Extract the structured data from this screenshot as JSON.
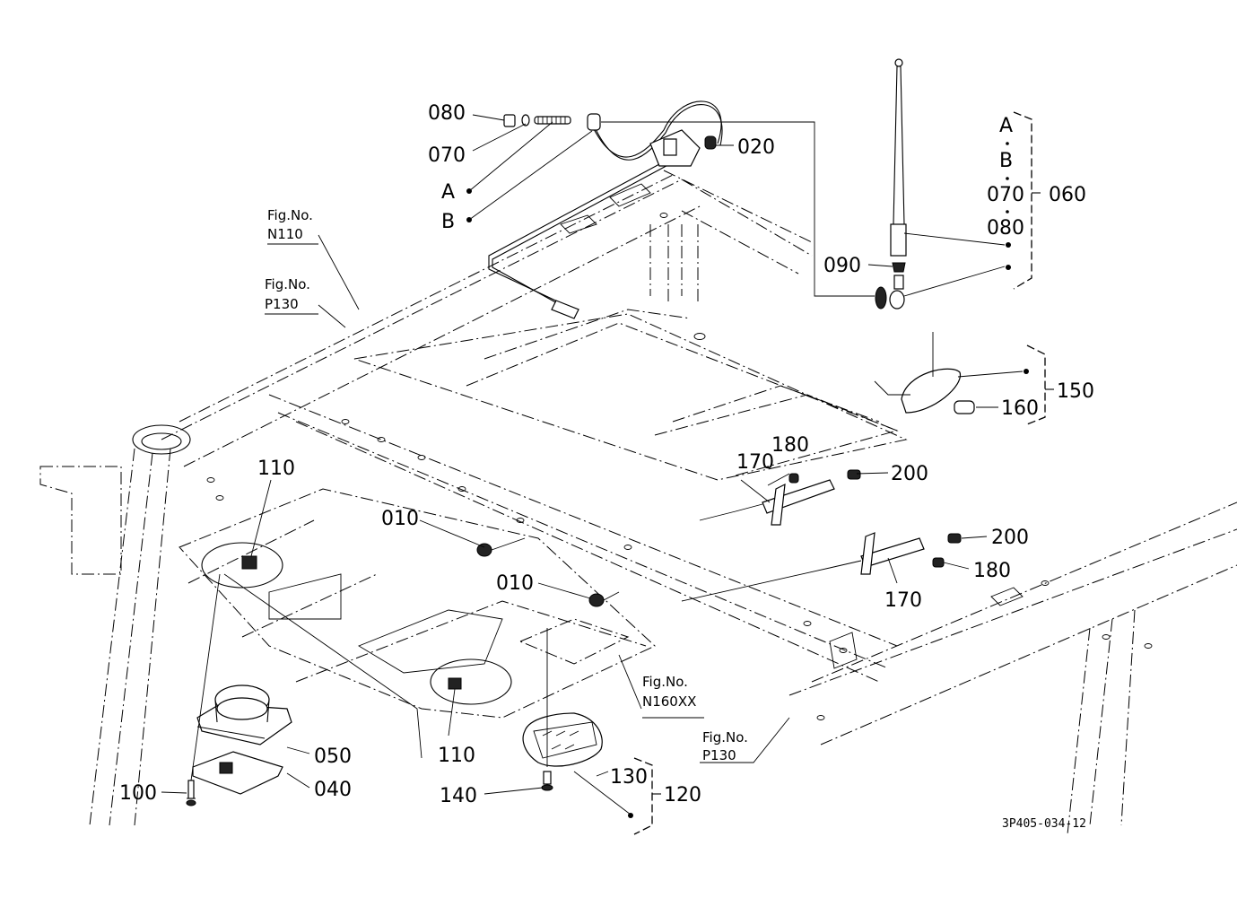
{
  "diagram": {
    "title": "Parts diagram - cab roof: antenna, speakers, lamps",
    "drawing_number": "3P405-034-12",
    "fig_refs": [
      {
        "id": "n110",
        "line1": "Fig.No.",
        "line2": "N110"
      },
      {
        "id": "p130a",
        "line1": "Fig.No.",
        "line2": "P130"
      },
      {
        "id": "n160xx",
        "line1": "Fig.No.",
        "line2": "N160XX"
      },
      {
        "id": "p130b",
        "line1": "Fig.No.",
        "line2": "P130"
      }
    ],
    "callouts": {
      "c080": "080",
      "c070": "070",
      "cA": "A",
      "cB": "B",
      "c020": "020",
      "c060": "060",
      "setA": "A",
      "setB": "B",
      "set070": "070",
      "set080": "080",
      "c090": "090",
      "c150": "150",
      "c160": "160",
      "c180a": "180",
      "c170a": "170",
      "c200a": "200",
      "c200b": "200",
      "c180b": "180",
      "c170b": "170",
      "c110a": "110",
      "c010a": "010",
      "c010b": "010",
      "c110b": "110",
      "c050": "050",
      "c040": "040",
      "c100": "100",
      "c140": "140",
      "c130": "130",
      "c120": "120"
    }
  }
}
